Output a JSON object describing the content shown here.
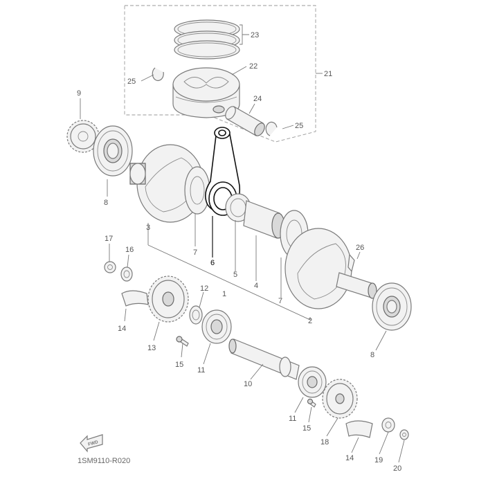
{
  "diagram": {
    "callouts": {
      "c23": "23",
      "c22": "22",
      "c21": "21",
      "c25a": "25",
      "c24": "24",
      "c25b": "25",
      "c9": "9",
      "c8a": "8",
      "c3": "3",
      "c7a": "7",
      "c6": "6",
      "c5": "5",
      "c4": "4",
      "c1": "1",
      "c7b": "7",
      "c2": "2",
      "c26": "26",
      "c8b": "8",
      "c17": "17",
      "c16": "16",
      "c12": "12",
      "c14a": "14",
      "c13": "13",
      "c15a": "15",
      "c11a": "11",
      "c10": "10",
      "c11b": "11",
      "c15b": "15",
      "c18": "18",
      "c19": "19",
      "c20": "20",
      "c14b": "14"
    },
    "forward_label": "FWD",
    "drawing_code": "1SM9110-R020"
  }
}
